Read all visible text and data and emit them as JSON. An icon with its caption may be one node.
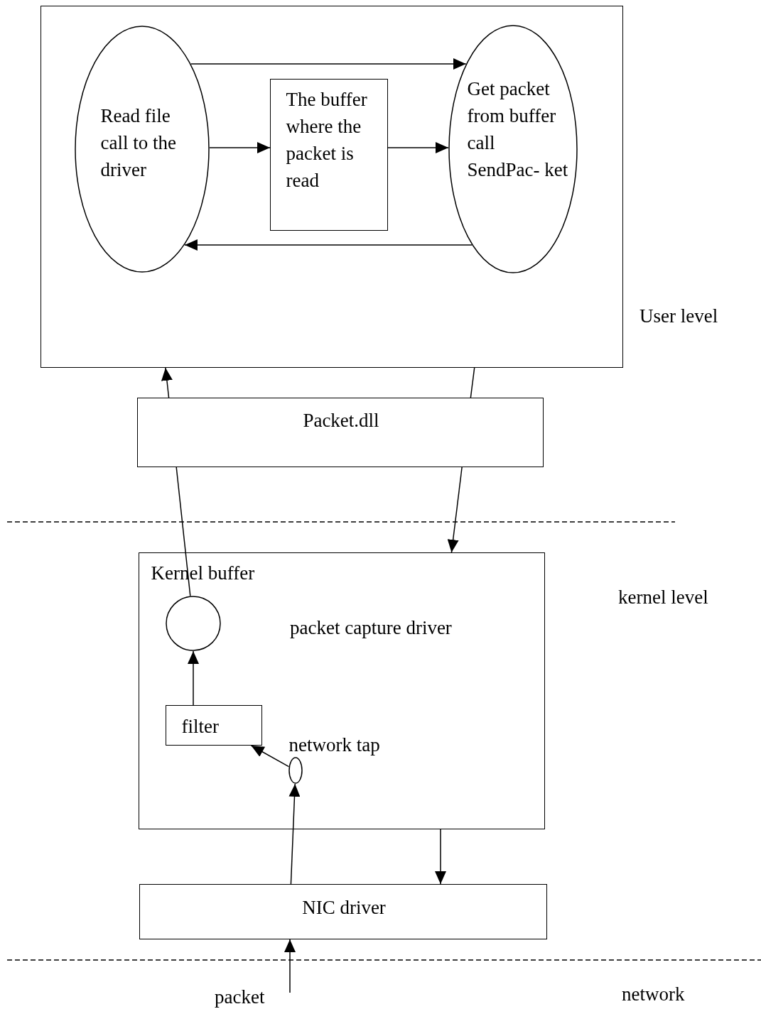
{
  "diagram": {
    "nodes": [
      {
        "text": [],
        "shape": "box"
      },
      {
        "text": [
          "Read file call to the driver"
        ],
        "in": 0
      },
      {
        "text": [
          "The buffer where the packet is read"
        ],
        "in": 0
      },
      {
        "text": [
          "Get packet from buffer call SendPac- ket"
        ],
        "in": 0
      },
      {
        "text": [
          "Packet.dll"
        ]
      },
      {
        "text": [
          "packet capture driver"
        ]
      },
      {
        "text": [],
        "shape": "circle",
        "in": 5,
        "beside": [
          "Kernel buffer"
        ]
      },
      {
        "text": [
          "filter"
        ],
        "in": 5
      },
      {
        "text": [],
        "shape": "circle",
        "in": 5,
        "beside": [
          "network tap"
        ]
      },
      {
        "text": [
          "NIC driver"
        ]
      },
      {
        "text": [
          "packet"
        ]
      }
    ],
    "edges": [
      {
        "from": 1,
        "to": 3,
        "arrow": "to"
      },
      {
        "from": 1,
        "to": 2,
        "arrow": "to"
      },
      {
        "from": 2,
        "to": 3,
        "arrow": "to"
      },
      {
        "from": 3,
        "to": 1,
        "arrow": "to"
      },
      {
        "from": 6,
        "to": 4,
        "arrow": "none"
      },
      {
        "from": 4,
        "to": 0,
        "arrow": "to"
      },
      {
        "from": 0,
        "to": 4,
        "arrow": "none"
      },
      {
        "from": 4,
        "to": 5,
        "arrow": "to"
      },
      {
        "from": 7,
        "to": 6,
        "arrow": "to"
      },
      {
        "from": 8,
        "to": 7,
        "arrow": "to"
      },
      {
        "from": 9,
        "to": 8,
        "arrow": "to"
      },
      {
        "from": 5,
        "to": 9,
        "arrow": "to"
      },
      {
        "from": 10,
        "to": 9,
        "arrow": "to"
      }
    ],
    "labels": [
      "User level",
      "kernel level",
      "network"
    ]
  }
}
